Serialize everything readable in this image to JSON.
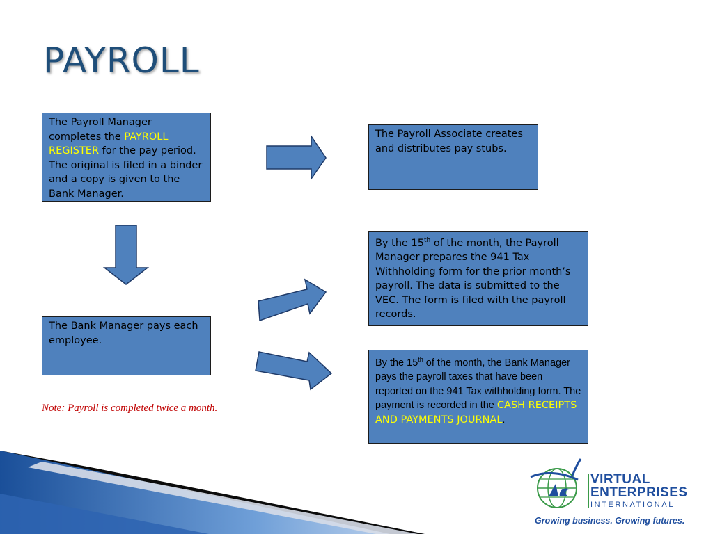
{
  "slide": {
    "title": "PAYROLL"
  },
  "boxes": {
    "payroll_manager": {
      "text_before": "The Payroll Manager completes the ",
      "highlight": "PAYROLL REGISTER",
      "text_after": " for the pay period.  The original is filed in a binder and a copy is given to the Bank Manager."
    },
    "payroll_associate": {
      "text": "The Payroll  Associate creates and distributes pay stubs."
    },
    "tax_form": {
      "text_before": "By the 15",
      "superscript": "th",
      "text_after": " of the month, the Payroll Manager prepares the 941 Tax Withholding form for the prior month’s payroll.  The  data is submitted to the VEC. The form is filed with the payroll records."
    },
    "bank_manager": {
      "text": "The Bank Manager pays each employee."
    },
    "tax_payment": {
      "text_before": "By the 15",
      "superscript": "th",
      "text_middle": " of the month, the  Bank Manager pays the payroll taxes that have been reported on the 941 Tax withholding form. The payment is recorded in the ",
      "highlight": "CASH RECEIPTS AND PAYMENTS JOURNAL",
      "text_after": "."
    }
  },
  "note": "Note:  Payroll is completed twice a month.",
  "logo": {
    "line1": "VIRTUAL",
    "line2": "ENTERPRISES",
    "line3": "INTERNATIONAL",
    "tagline": "Growing business. Growing futures."
  },
  "colors": {
    "box_fill": "#4f81bd",
    "highlight": "#ffff00",
    "title": "#1f4e79",
    "note": "#c00000",
    "logo_blue": "#1f4e9e",
    "logo_green": "#3a9a48"
  }
}
